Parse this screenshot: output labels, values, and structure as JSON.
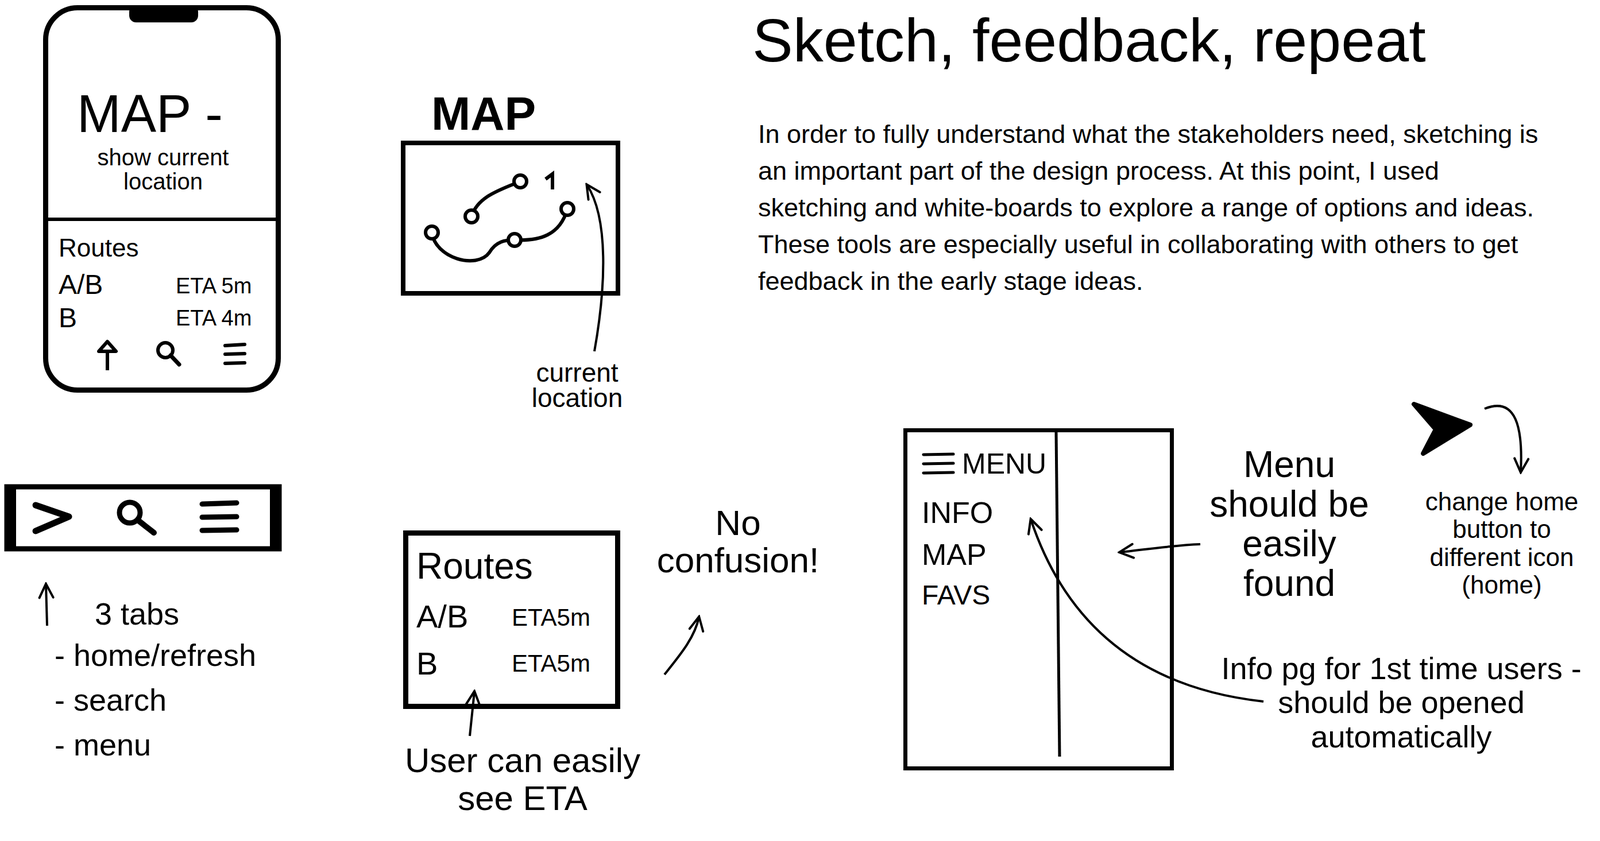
{
  "diagram": {
    "title": "Sketch, feedback, repeat",
    "nodes": [
      {
        "text": [
          "MAP -",
          "show current location"
        ]
      },
      {
        "text": [
          "Routes",
          "A/B",
          "ETA 5m",
          "B",
          "ETA 4m"
        ],
        "in": 0
      },
      {
        "text": [
          "MAP"
        ]
      },
      {
        "text": [
          "Routes",
          "A/B",
          "ETA5m",
          "B",
          "ETA5m"
        ]
      },
      {
        "text": [
          "MENU",
          "INFO",
          "MAP",
          "FAVS"
        ]
      }
    ],
    "labels": [
      "In order to fully understand what the stakeholders need, sketching is an important part of the design process. At this point, I used sketching and white-boards to explore a range of options and ideas. These tools are especially useful in collaborating with others to get feedback in the early stage ideas.",
      "current location",
      "3 tabs",
      "- home/refresh",
      "- search",
      "- menu",
      "No confusion!",
      "User can easily see ETA",
      "Menu should be easily found",
      "change home button to different icon (home)",
      "Info pg for 1st time users - should be opened automatically"
    ]
  }
}
